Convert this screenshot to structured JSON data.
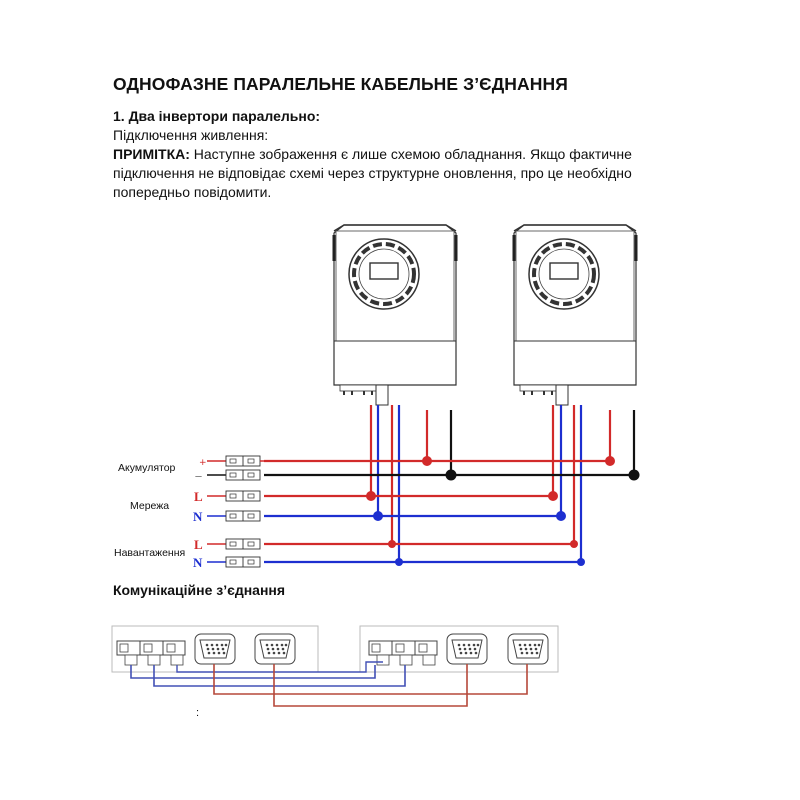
{
  "heading": "ОДНОФАЗНЕ ПАРАЛЕЛЬНЕ КАБЕЛЬНЕ З’ЄДНАННЯ",
  "section_title": "1. Два інвертори паралельно:",
  "power_connection": "Підключення живлення:",
  "note_label": "ПРИМІТКА:",
  "note_text": "Наступне зображення є лише схемою обладнання. Якщо фактичне підключення не відповідає схемі через структурне оновлення, про це необхідно попередньо повідомити.",
  "diagram": {
    "battery_label": "Акумулятор",
    "grid_label": "Мережа",
    "load_label": "Навантаження",
    "line_letter": "L",
    "neutral_letter": "N",
    "battery_plus": "+",
    "battery_minus": "—"
  },
  "comm_title": "Комунікаційне з’єднання",
  "footnote_mark": ":",
  "colors": {
    "red": "#d22a2a",
    "blue": "#1d2fd0",
    "black": "#111111",
    "comm_red": "#b5483a",
    "comm_blue": "#4250b5"
  }
}
